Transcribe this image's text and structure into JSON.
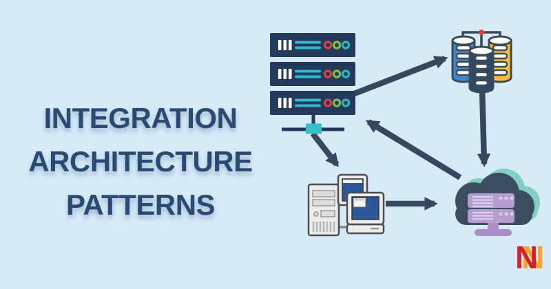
{
  "banner": {
    "title": {
      "line1": "INTEGRATION",
      "line2": "ARCHITECTURE",
      "line3": "PATTERNS"
    }
  },
  "logo": {
    "front_letter": "N",
    "back_letter": "N"
  },
  "diagram": {
    "icons": [
      {
        "name": "server-rack-icon",
        "description": "stack of three rack servers with vents, teal status lines and red/green/teal indicator lights, connected to a network switch node"
      },
      {
        "name": "database-cluster-icon",
        "description": "three linked database cylinders: blue, navy and yellow, joined by a bracket with a red dot"
      },
      {
        "name": "workstation-icon",
        "description": "desktop tower PC with two CRT monitors networked together"
      },
      {
        "name": "cloud-servers-icon",
        "description": "dark cloud with teal shadow hosting two purple servers on a stand"
      }
    ],
    "connections": [
      {
        "from": "server-rack",
        "to": "database-cluster"
      },
      {
        "from": "database-cluster",
        "to": "cloud-servers"
      },
      {
        "from": "cloud-servers",
        "to": "server-rack"
      },
      {
        "from": "server-rack",
        "to": "workstation"
      },
      {
        "from": "workstation",
        "to": "cloud-servers"
      }
    ]
  },
  "colors": {
    "background": "#d6eaf8",
    "title_text": "#2b4a73",
    "server_navy": "#243a5c",
    "teal_accent": "#2fbcca",
    "status_red": "#e23c40",
    "status_green": "#7cc142",
    "status_teal": "#2ab7c6",
    "arrow": "#34495e",
    "db_blue": "#3e86c5",
    "db_navy": "#2e4a66",
    "db_yellow": "#f4bc33",
    "db_outline": "#3c4a54",
    "cloud_dark": "#3b4e61",
    "cloud_shadow_teal": "#82cfc4",
    "cloud_server_purple": "#b79ccf",
    "cloud_server_detail": "#ddd0ea",
    "computer_gray": "#ececec",
    "screen_blue": "#2c5899",
    "logo_red": "#d2232a",
    "logo_orange": "#f5a427"
  }
}
